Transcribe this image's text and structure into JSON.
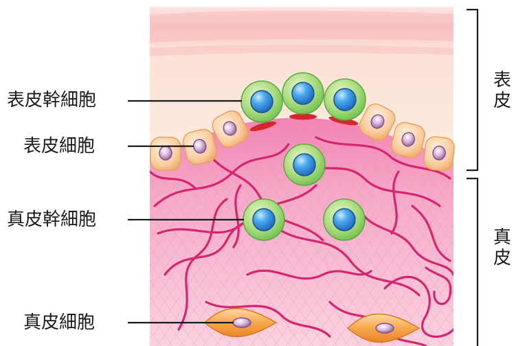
{
  "labels": {
    "epidermal_stem_cell": "表皮幹細胞",
    "epidermal_cell": "表皮細胞",
    "dermal_stem_cell": "真皮幹細胞",
    "dermal_cell": "真皮細胞"
  },
  "layers": {
    "epidermis": [
      "表",
      "皮"
    ],
    "dermis": [
      "真",
      "皮"
    ]
  },
  "colors": {
    "stem_cell_ring": "#8fd16a",
    "stem_cell_nucleus": "#2f86d6",
    "epidermal_cell": "#f7c79a",
    "epidermal_nucleus": "#b07fb6",
    "fibers": "#d6246e",
    "dermis_bg": "#f6b8cf",
    "basement_red": "#d7262b",
    "fibroblast": "#f19a3e"
  }
}
